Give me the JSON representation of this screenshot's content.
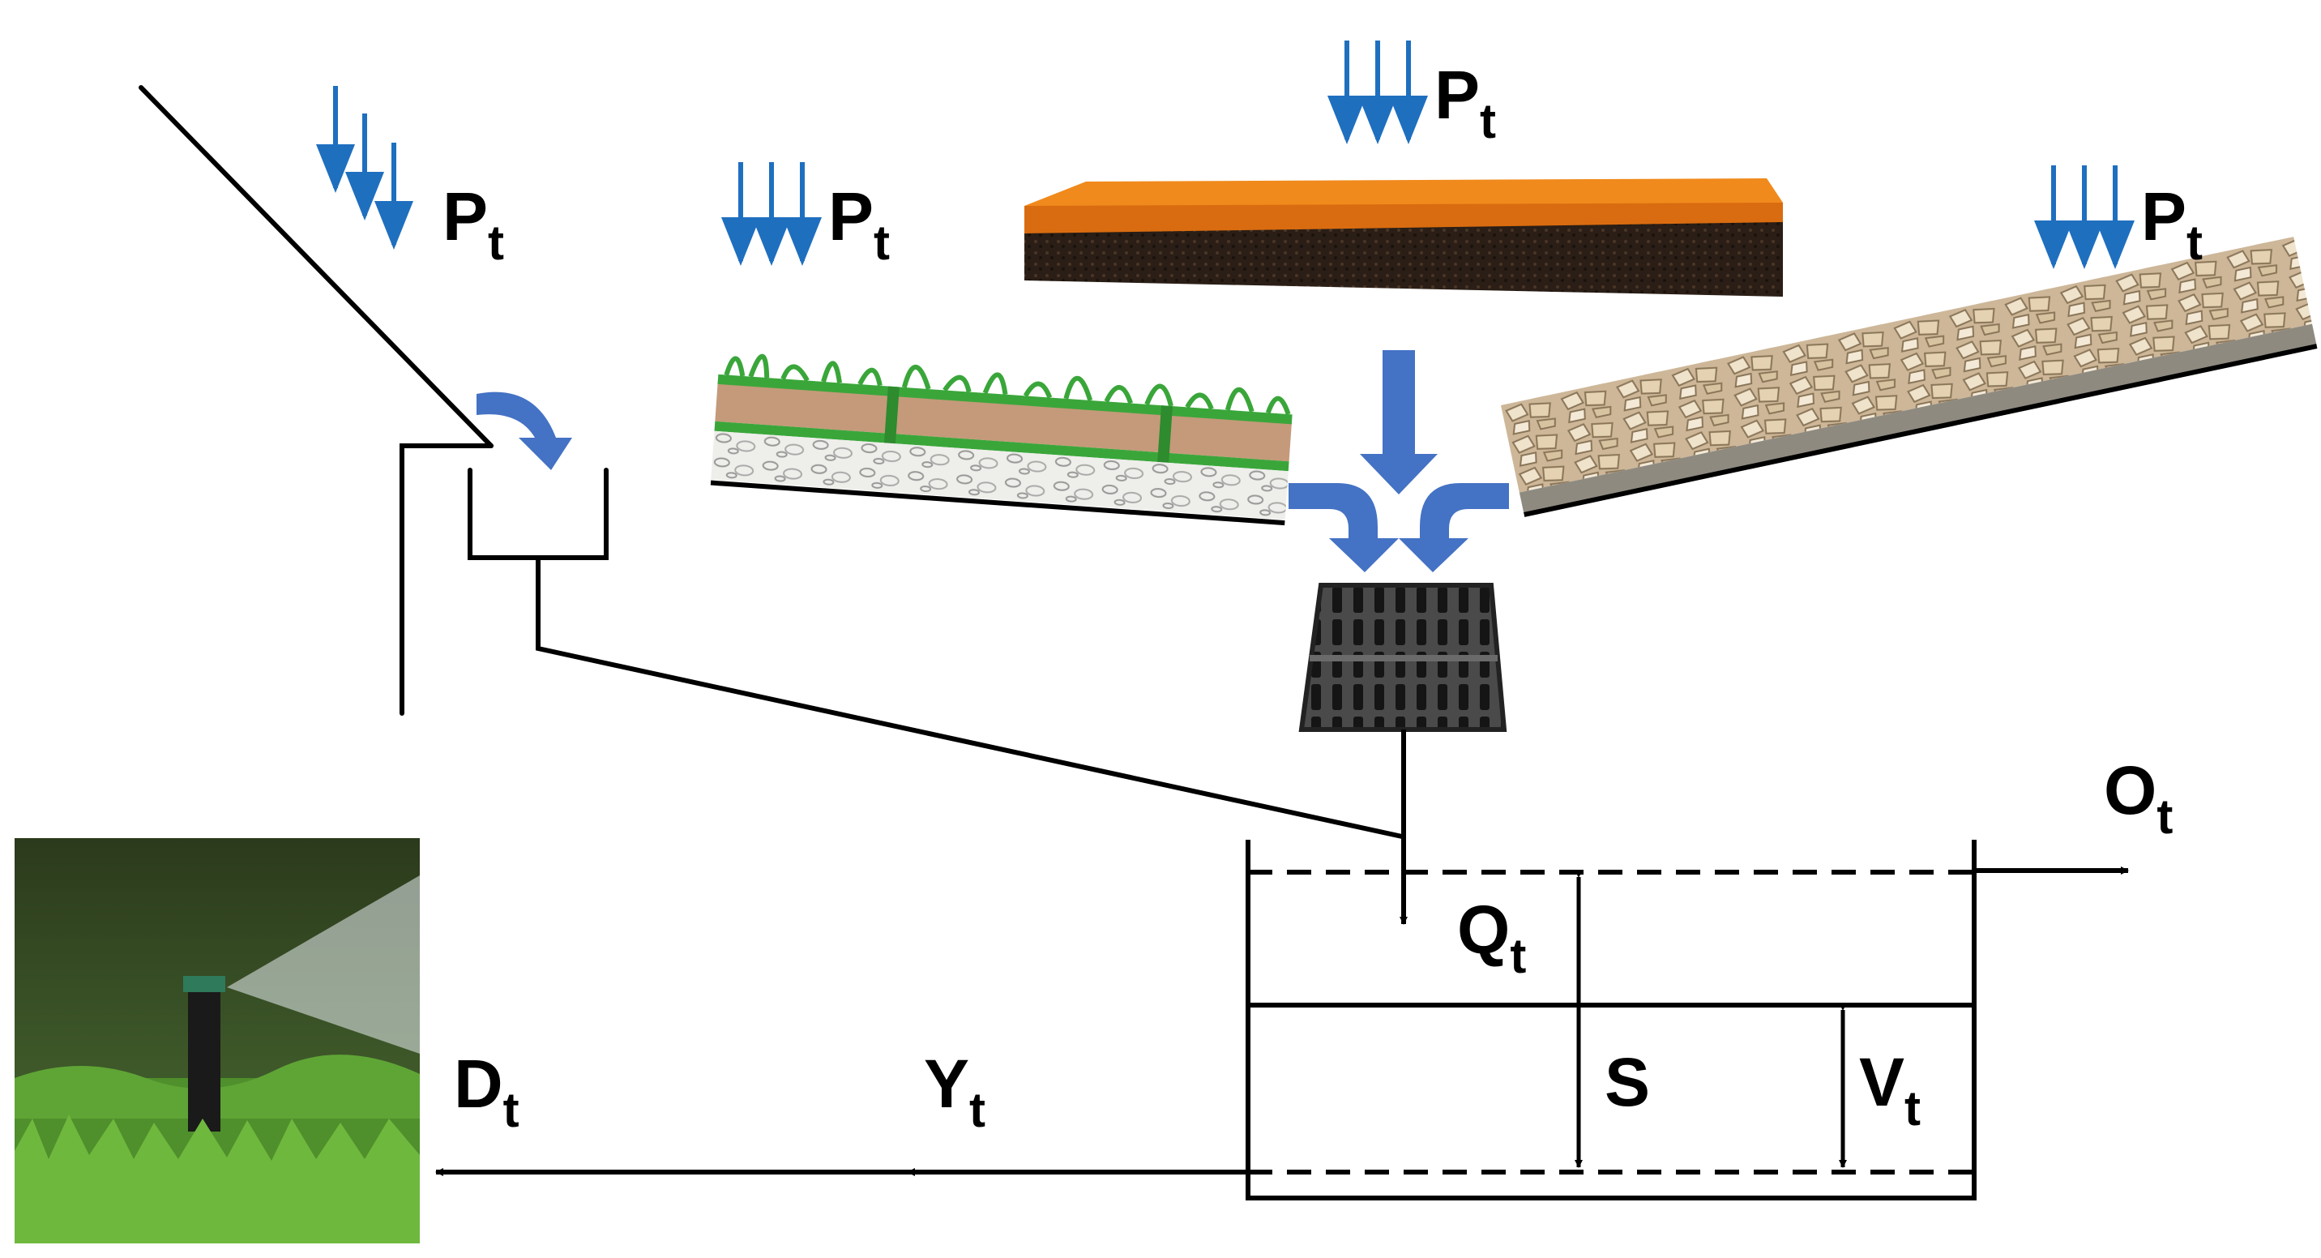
{
  "labels": {
    "p_roof": {
      "main": "P",
      "sub": "t"
    },
    "p_grass": {
      "main": "P",
      "sub": "t"
    },
    "p_rubber": {
      "main": "P",
      "sub": "t"
    },
    "p_gravel": {
      "main": "P",
      "sub": "t"
    },
    "overflow": {
      "main": "O",
      "sub": "t"
    },
    "inflow": {
      "main": "Q",
      "sub": "t"
    },
    "storage": {
      "main": "S",
      "sub": ""
    },
    "volume": {
      "main": "V",
      "sub": "t"
    },
    "yield": {
      "main": "Y",
      "sub": "t"
    },
    "demand": {
      "main": "D",
      "sub": "t"
    }
  },
  "colors": {
    "rain_arrow": "#1f6fbf",
    "flow_arrow": "#4472c4",
    "line": "#000000",
    "rubber_top": "#f08a1c",
    "rubber_body": "#2a1e16",
    "grass": "#3aa63a",
    "soil": "#c49a7a"
  },
  "icons": [
    "rain-arrows-icon",
    "sprinkler-photo",
    "drain-grate-icon",
    "rubber-tile-image",
    "grass-layer-image",
    "gravel-layer-image"
  ]
}
